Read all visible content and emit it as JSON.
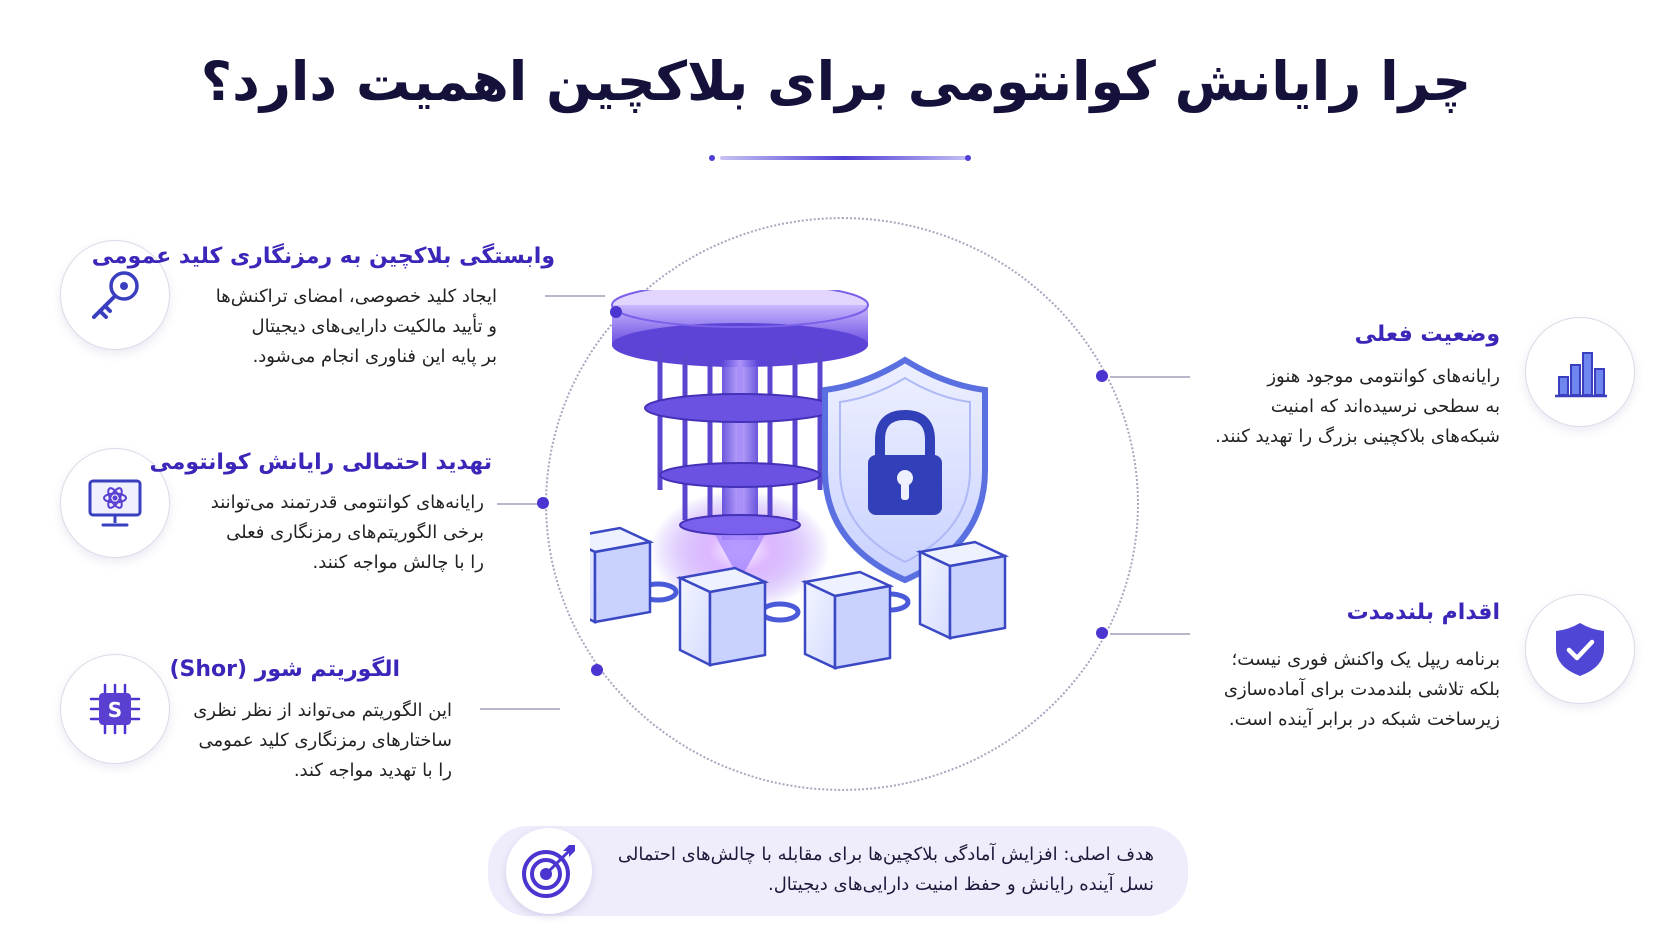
{
  "title": "چرا رایانش کوانتومی برای بلاکچین اهمیت دارد؟",
  "left_items": [
    {
      "icon": "key-icon",
      "heading": "وابستگی بلاکچین به رمزنگاری کلید عمومی",
      "lines": [
        "ایجاد کلید خصوصی، امضای تراکنش‌ها",
        "و تأیید مالکیت دارایی‌های دیجیتال",
        "بر پایه این فناوری انجام می‌شود."
      ]
    },
    {
      "icon": "quantum-computer-monitor-icon",
      "heading": "تهدید احتمالی رایانش کوانتومی",
      "lines": [
        "رایانه‌های کوانتومی قدرتمند می‌توانند",
        "برخی الگوریتم‌های رمزنگاری فعلی",
        "را با چالش مواجه کنند."
      ]
    },
    {
      "icon": "shor-chip-icon",
      "heading": "الگوریتم شور (Shor)",
      "chip_letter": "S",
      "lines": [
        "این الگوریتم می‌تواند از نظر نظری",
        "ساختارهای رمزنگاری کلید عمومی",
        "را با تهدید مواجه کند."
      ]
    }
  ],
  "right_items": [
    {
      "icon": "bar-chart-icon",
      "heading": "وضعیت فعلی",
      "lines": [
        "رایانه‌های کوانتومی موجود هنوز",
        "به سطحی نرسیده‌اند که امنیت",
        "شبکه‌های بلاکچینی بزرگ را تهدید کنند."
      ]
    },
    {
      "icon": "shield-check-icon",
      "heading": "اقدام بلندمدت",
      "lines": [
        "برنامه ریپل یک واکنش فوری نیست؛",
        "بلکه تلاشی بلندمدت برای آماده‌سازی",
        "زیرساخت شبکه در برابر آینده است."
      ]
    }
  ],
  "goal": {
    "icon": "target-icon",
    "lines": [
      "هدف اصلی: افزایش آمادگی بلاکچین‌ها برای مقابله با چالش‌های احتمالی",
      "نسل آینده رایانش و حفظ امنیت دارایی‌های دیجیتال."
    ]
  },
  "center_illustration": {
    "elements": [
      "quantum-computer-illustration",
      "shield-lock-icon",
      "blockchain-cubes"
    ]
  },
  "colors": {
    "accent": "#4a35d0",
    "heading": "#3a26b8",
    "goal_background": "#efedfb"
  }
}
